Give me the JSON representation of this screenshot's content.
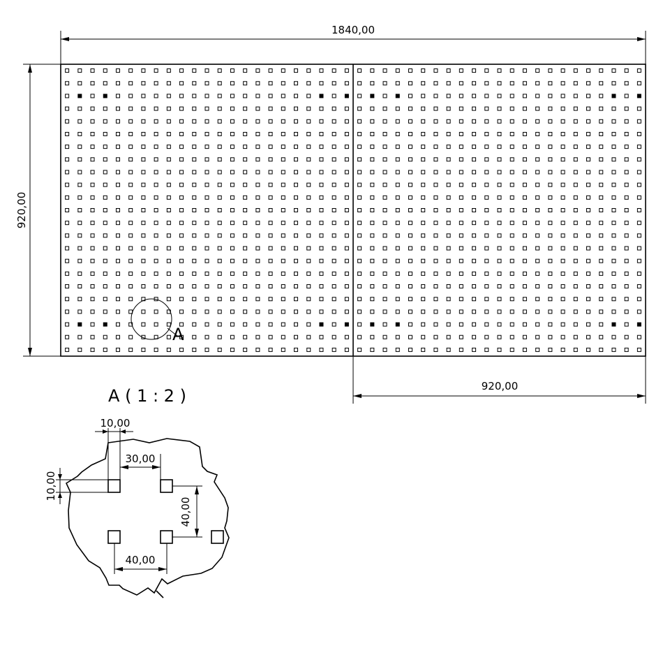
{
  "dimensions": {
    "total_width": "1840,00",
    "height": "920,00",
    "half_width": "920,00"
  },
  "detail": {
    "callout_letter": "A",
    "title": "A ( 1 : 2 )",
    "hole_size_horizontal": "10,00",
    "hole_size_vertical": "10,00",
    "gap_horizontal": "30,00",
    "pitch_vertical": "40,00",
    "pitch_horizontal": "40,00"
  },
  "panel": {
    "panel_count": 2,
    "columns_per_panel": 23,
    "rows": 23,
    "filled_rows": [
      2,
      20
    ],
    "filled_columns": [
      1,
      3,
      20,
      22
    ]
  }
}
